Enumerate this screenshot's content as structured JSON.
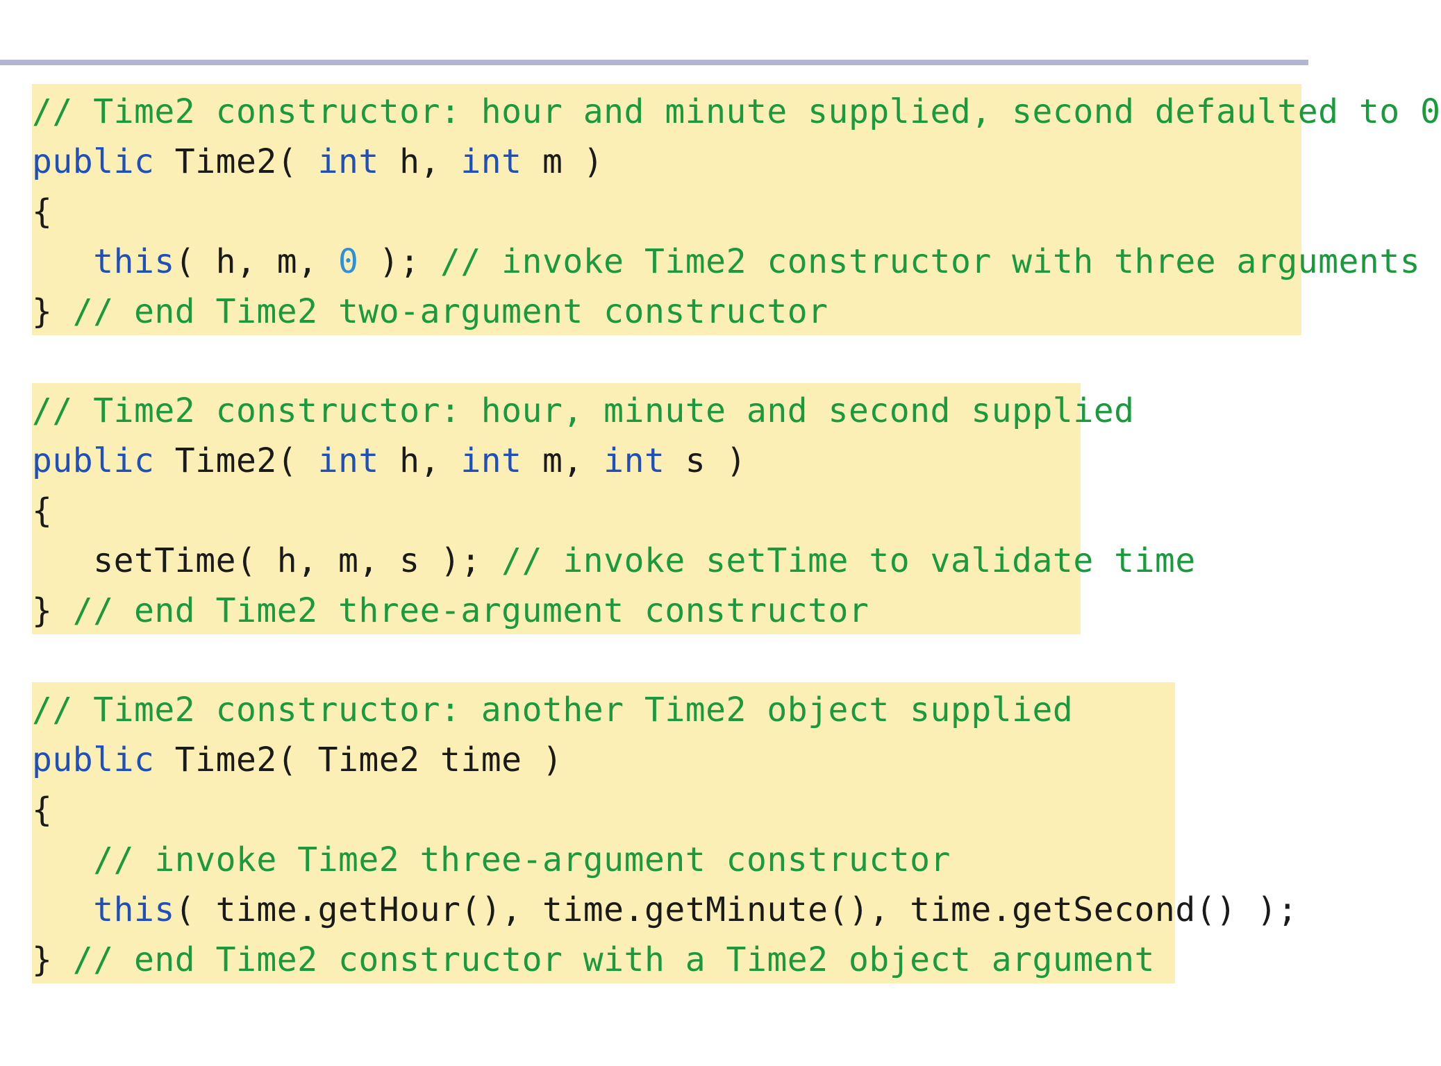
{
  "colors": {
    "background": "#ffffff",
    "rule": "#b3b6d2",
    "code_background": "#fcefb6",
    "comment": "#1a9a3c",
    "keyword": "#1f4fb8",
    "number": "#2f8fd8",
    "text": "#1a1a1a"
  },
  "blocks": [
    {
      "lines": [
        [
          {
            "t": "cmt",
            "s": "// Time2 constructor: hour and minute supplied, second defaulted to 0"
          }
        ],
        [
          {
            "t": "kw",
            "s": "public"
          },
          {
            "t": "txt",
            "s": " Time2( "
          },
          {
            "t": "kw",
            "s": "int"
          },
          {
            "t": "txt",
            "s": " h, "
          },
          {
            "t": "kw",
            "s": "int"
          },
          {
            "t": "txt",
            "s": " m )"
          }
        ],
        [
          {
            "t": "txt",
            "s": "{"
          }
        ],
        [
          {
            "t": "txt",
            "s": "   "
          },
          {
            "t": "kw",
            "s": "this"
          },
          {
            "t": "txt",
            "s": "( h, m, "
          },
          {
            "t": "num",
            "s": "0"
          },
          {
            "t": "txt",
            "s": " ); "
          },
          {
            "t": "cmt",
            "s": "// invoke Time2 constructor with three arguments"
          }
        ],
        [
          {
            "t": "txt",
            "s": "} "
          },
          {
            "t": "cmt",
            "s": "// end Time2 two-argument constructor"
          }
        ]
      ]
    },
    {
      "lines": [
        [
          {
            "t": "cmt",
            "s": "// Time2 constructor: hour, minute and second supplied"
          }
        ],
        [
          {
            "t": "kw",
            "s": "public"
          },
          {
            "t": "txt",
            "s": " Time2( "
          },
          {
            "t": "kw",
            "s": "int"
          },
          {
            "t": "txt",
            "s": " h, "
          },
          {
            "t": "kw",
            "s": "int"
          },
          {
            "t": "txt",
            "s": " m, "
          },
          {
            "t": "kw",
            "s": "int"
          },
          {
            "t": "txt",
            "s": " s )"
          }
        ],
        [
          {
            "t": "txt",
            "s": "{"
          }
        ],
        [
          {
            "t": "txt",
            "s": "   setTime( h, m, s ); "
          },
          {
            "t": "cmt",
            "s": "// invoke setTime to validate time"
          }
        ],
        [
          {
            "t": "txt",
            "s": "} "
          },
          {
            "t": "cmt",
            "s": "// end Time2 three-argument constructor"
          }
        ]
      ]
    },
    {
      "lines": [
        [
          {
            "t": "cmt",
            "s": "// Time2 constructor: another Time2 object supplied"
          }
        ],
        [
          {
            "t": "kw",
            "s": "public"
          },
          {
            "t": "txt",
            "s": " Time2( Time2 time )"
          }
        ],
        [
          {
            "t": "txt",
            "s": "{"
          }
        ],
        [
          {
            "t": "txt",
            "s": "   "
          },
          {
            "t": "cmt",
            "s": "// invoke Time2 three-argument constructor"
          }
        ],
        [
          {
            "t": "txt",
            "s": "   "
          },
          {
            "t": "kw",
            "s": "this"
          },
          {
            "t": "txt",
            "s": "( time.getHour(), time.getMinute(), time.getSecond() );"
          }
        ],
        [
          {
            "t": "txt",
            "s": "} "
          },
          {
            "t": "cmt",
            "s": "// end Time2 constructor with a Time2 object argument"
          }
        ]
      ]
    }
  ]
}
